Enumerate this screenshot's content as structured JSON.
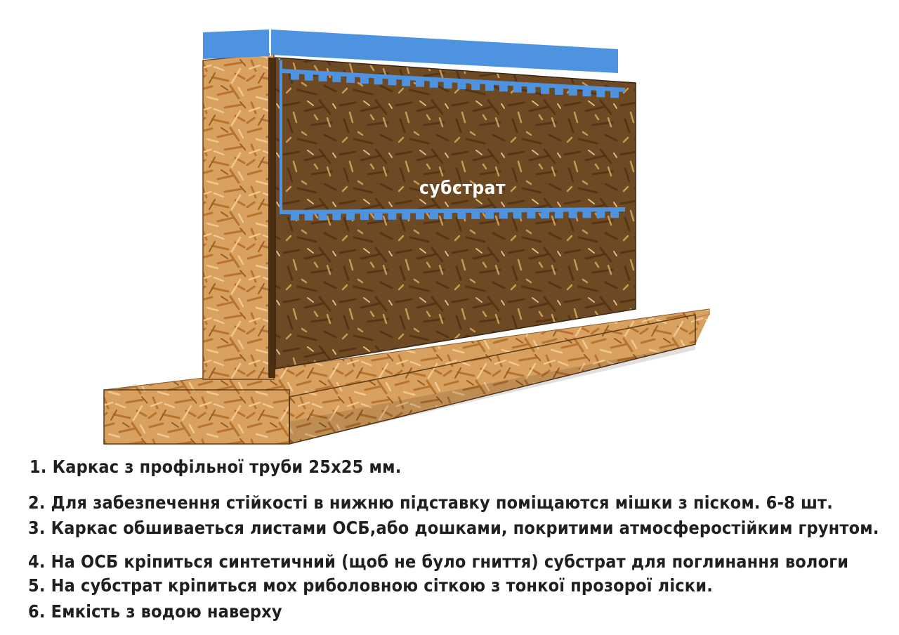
{
  "diagram": {
    "substrate_label": "субстрат",
    "colors": {
      "osb_light": "#d9a15f",
      "osb_dark": "#6e4a24",
      "substrate_blue": "#4d93e0",
      "text": "#1f1f1f"
    }
  },
  "notes": [
    "1. Каркас з профільної труби 25х25 мм.",
    "2. Для забезпечення стійкості в нижню підставку поміщаются мішки з піском. 6-8 шт.",
    "3. Каркас обшиваеться листами ОСБ,або дошками, покритими атмосферостійким грунтом.",
    "4. На ОСБ кріпиться синтетичний (щоб не було гниття) субстрат для поглинання вологи",
    "5. На субстрат кріпиться мох риболовною сіткою з тонкої прозорої ліски.",
    "6. Емкість з водою наверху"
  ]
}
